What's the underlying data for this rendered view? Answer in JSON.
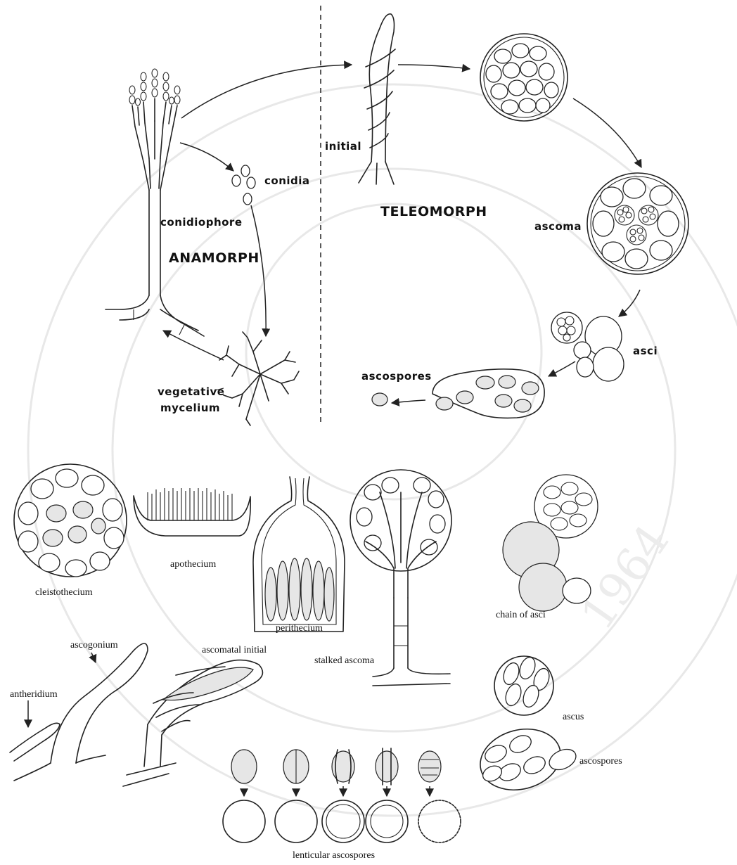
{
  "labels": {
    "initial": "initial",
    "conidia": "conidia",
    "teleomorph": "TELEOMORPH",
    "conidiophore": "conidiophore",
    "anamorph": "ANAMORPH",
    "ascoma": "ascoma",
    "asci": "asci",
    "ascospores_top": "ascospores",
    "vegetative": "vegetative",
    "mycelium": "mycelium",
    "apothecium": "apothecium",
    "cleistothecium": "cleistothecium",
    "perithecium": "perithecium",
    "chain_of_asci": "chain of asci",
    "ascogonium": "ascogonium",
    "ascomatal_initial": "ascomatal initial",
    "stalked_ascoma": "stalked ascoma",
    "antheridium": "antheridium",
    "ascus": "ascus",
    "ascospores_bottom": "ascospores",
    "lenticular_ascospores": "lenticular ascospores"
  },
  "watermark": {
    "year": "1964"
  }
}
